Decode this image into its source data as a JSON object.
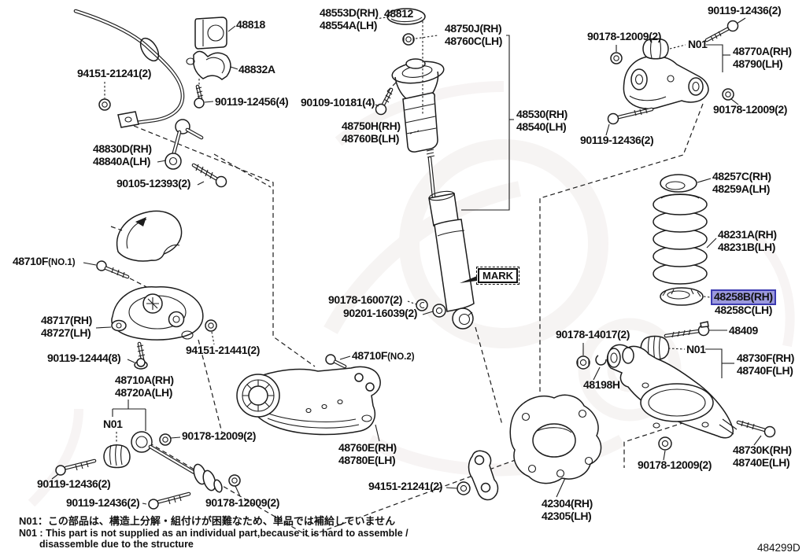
{
  "doc_number": "484299D",
  "colors": {
    "line": "#1c1c1c",
    "highlight_fill": "#9b99dd",
    "highlight_border": "#3b3ab0"
  },
  "mark": {
    "text": "MARK"
  },
  "labels": {
    "l48812": {
      "text": "48812"
    },
    "l48818": {
      "text": "48818"
    },
    "l48832A": {
      "text": "48832A"
    },
    "l94151_21241_a": {
      "text": "94151-21241(2)"
    },
    "l90119_12456": {
      "text": "90119-12456(4)"
    },
    "l48830D": {
      "line1": "48830D(RH)",
      "line2": "48840A(LH)"
    },
    "l90105_12393": {
      "text": "90105-12393(2)"
    },
    "l48553D": {
      "line1": "48553D(RH)",
      "line2": "48554A(LH)"
    },
    "l48750J": {
      "line1": "48750J(RH)",
      "line2": "48760C(LH)"
    },
    "l90109_10181": {
      "text": "90109-10181(4)"
    },
    "l48750H": {
      "line1": "48750H(RH)",
      "line2": "48760B(LH)"
    },
    "l48530": {
      "line1": "48530(RH)",
      "line2": "48540(LH)"
    },
    "l90119_12436_top": {
      "text": "90119-12436(2)"
    },
    "l90178_12009_ua_left": {
      "text": "90178-12009(2)"
    },
    "n01_upper": {
      "text": "N01"
    },
    "l48770A": {
      "line1": "48770A(RH)",
      "line2": "48790(LH)"
    },
    "l90178_12009_ua_right": {
      "text": "90178-12009(2)"
    },
    "l90119_12436_ua": {
      "text": "90119-12436(2)"
    },
    "l48257C": {
      "line1": "48257C(RH)",
      "line2": "48259A(LH)"
    },
    "l48231A": {
      "line1": "48231A(RH)",
      "line2": "48231B(LH)"
    },
    "l90178_16007": {
      "text": "90178-16007(2)"
    },
    "l90201_16039": {
      "text": "90201-16039(2)"
    },
    "l48258B": {
      "text": "48258B(RH)"
    },
    "l48258C": {
      "text": "48258C(LH)"
    },
    "l90178_14017": {
      "text": "90178-14017(2)"
    },
    "l48409": {
      "text": "48409"
    },
    "n01_lower": {
      "text": "N01"
    },
    "l48730F": {
      "line1": "48730F(RH)",
      "line2": "48740F(LH)"
    },
    "l48198H": {
      "text": "48198H"
    },
    "l48710F_no1": {
      "main": "48710F",
      "suffix": "(NO.1)"
    },
    "l48717": {
      "line1": "48717(RH)",
      "line2": "48727(LH)"
    },
    "l90119_12444": {
      "text": "90119-12444(8)"
    },
    "l94151_21441": {
      "text": "94151-21441(2)"
    },
    "l48710F_no2": {
      "main": "48710F",
      "suffix": "(NO.2)"
    },
    "l48710A": {
      "line1": "48710A(RH)",
      "line2": "48720A(LH)"
    },
    "n01_toe": {
      "text": "N01"
    },
    "l90178_12009_toe_left": {
      "text": "90178-12009(2)"
    },
    "l90119_12436_toe1": {
      "text": "90119-12436(2)"
    },
    "l90119_12436_toe2": {
      "text": "90119-12436(2)"
    },
    "l90178_12009_toe_right": {
      "text": "90178-12009(2)"
    },
    "l48760E": {
      "line1": "48760E(RH)",
      "line2": "48780E(LH)"
    },
    "l94151_21241_b": {
      "text": "94151-21241(2)"
    },
    "l42304": {
      "line1": "42304(RH)",
      "line2": "42305(LH)"
    },
    "l90178_12009_arm": {
      "text": "90178-12009(2)"
    },
    "l48730K": {
      "line1": "48730K(RH)",
      "line2": "48740E(LH)"
    }
  },
  "notes": {
    "jp": {
      "label": "N01：",
      "text": "この部品は、構造上分解・組付けが困難なため、単品では補給していません"
    },
    "en": {
      "label": "N01 :",
      "line1": "This part is not supplied as an individual part,because it is hard to assemble /",
      "line2": "disassemble due to the structure"
    }
  }
}
